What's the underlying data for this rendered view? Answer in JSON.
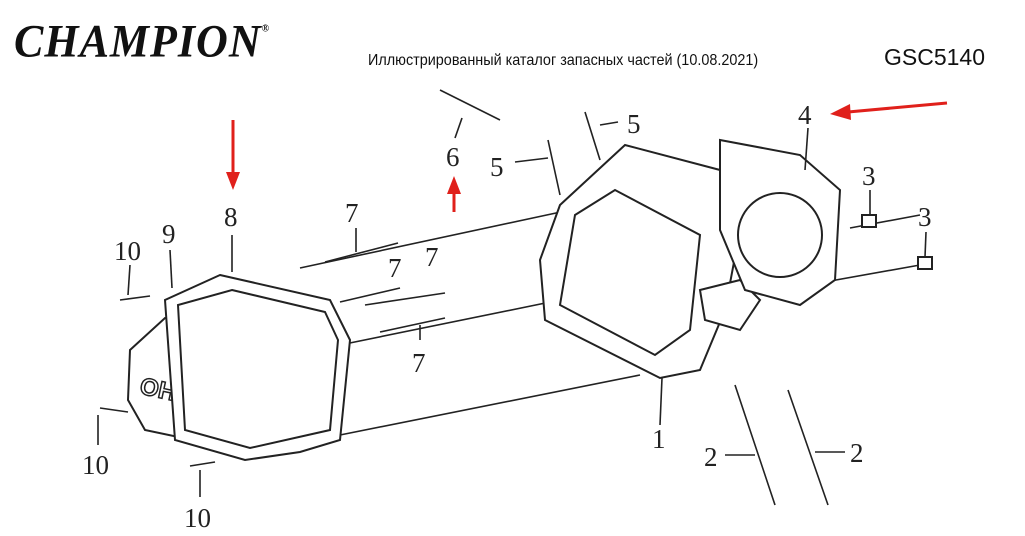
{
  "header": {
    "brand": "CHAMPION",
    "registered": "®",
    "catalog_title": "Иллюстрированный каталог запасных частей (10.08.2021)",
    "model": "GSC5140"
  },
  "diagram": {
    "callouts": [
      "1",
      "2",
      "2",
      "3",
      "3",
      "4",
      "5",
      "5",
      "6",
      "7",
      "7",
      "7",
      "7",
      "8",
      "9",
      "10",
      "10",
      "10"
    ],
    "cover_text": "OHV"
  },
  "colors": {
    "arrow": "#e0201b",
    "line": "#222222"
  }
}
